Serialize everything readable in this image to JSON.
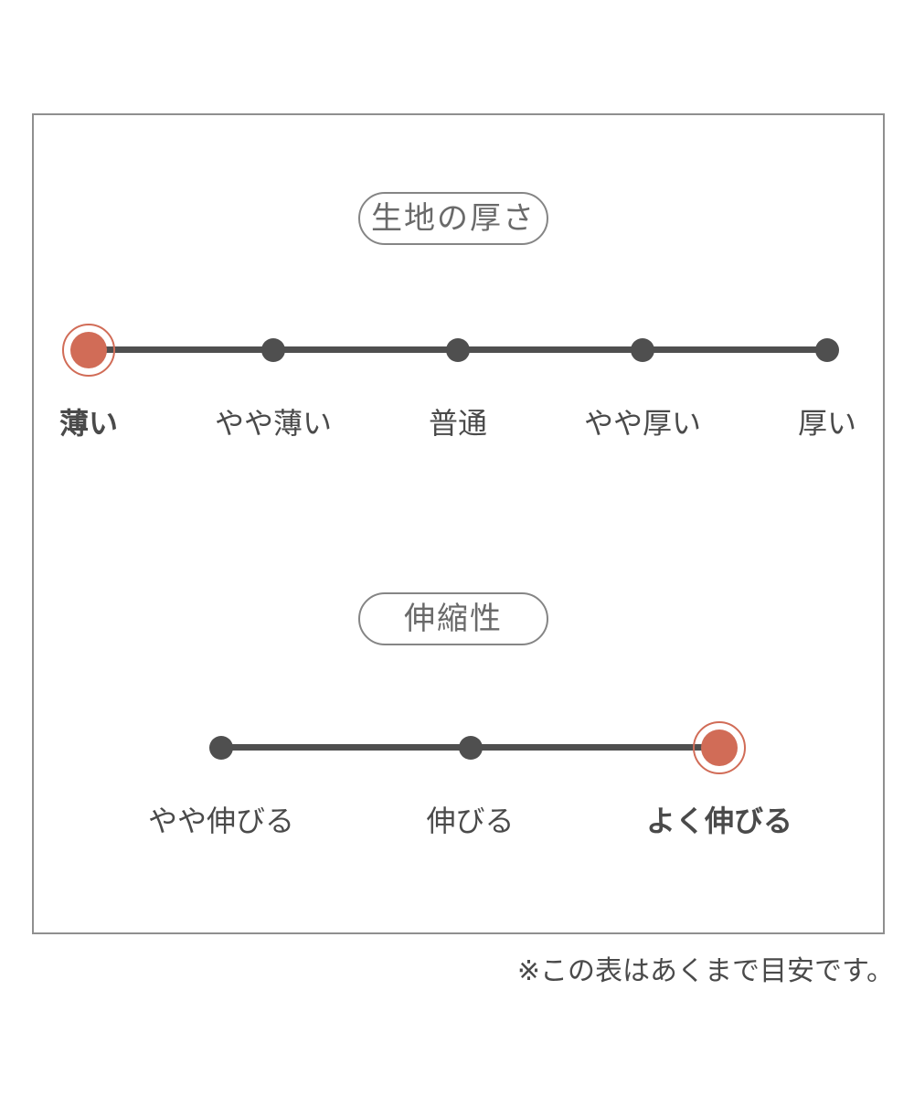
{
  "page": {
    "note": "※この表はあくまで目安です。"
  },
  "colors": {
    "accent": "#d16c57",
    "dot_and_track": "#4f4f4f",
    "label_text": "#4a4a4a",
    "title_text": "#6a6a6a",
    "box_border": "#8f8f8f",
    "pill_border": "#858585",
    "background": "#ffffff"
  },
  "chart_data": [
    {
      "type": "scale",
      "title": "生地の厚さ",
      "categories": [
        "薄い",
        "やや薄い",
        "普通",
        "やや厚い",
        "厚い"
      ],
      "selected_index": 0,
      "selected_value": "薄い",
      "orientation": "horizontal",
      "points": 5
    },
    {
      "type": "scale",
      "title": "伸縮性",
      "categories": [
        "やや伸びる",
        "伸びる",
        "よく伸びる"
      ],
      "selected_index": 2,
      "selected_value": "よく伸びる",
      "orientation": "horizontal",
      "points": 3
    }
  ]
}
